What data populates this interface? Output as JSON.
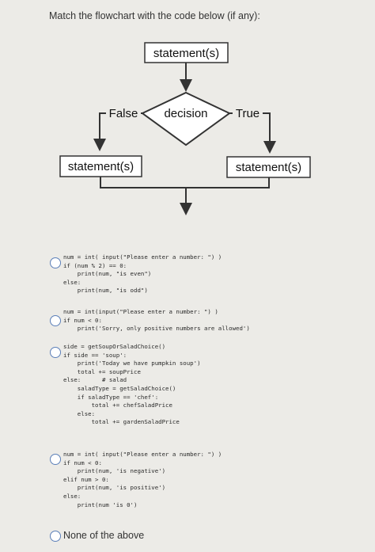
{
  "question": "Match the flowchart with the code below (if any):",
  "flowchart": {
    "top_statement": "statement(s)",
    "decision": "decision",
    "false_label": "False",
    "true_label": "True",
    "left_statement": "statement(s)",
    "right_statement": "statement(s)"
  },
  "options": [
    {
      "code": "num = int( input(\"Please enter a number: \") )\nif (num % 2) == 0:\n    print(num, \"is even\")\nelse:\n    print(num, \"is odd\")"
    },
    {
      "code": "num = int(input(\"Please enter a number: \") )\nif num < 0:\n    print('Sorry, only positive numbers are allowed')"
    },
    {
      "code": "side = getSoupOrSaladChoice()\nif side == 'soup':\n    print('Today we have pumpkin soup')\n    total += soupPrice\nelse:      # salad\n    saladType = getSaladChoice()\n    if saladType == 'chef':\n        total += chefSaladPrice\n    else:\n        total += gardenSaladPrice"
    },
    {
      "code": "num = int( input(\"Please enter a number: \") )\nif num < 0:\n    print(num, 'is negative')\nelif num > 0:\n    print(num, 'is positive')\nelse:\n    print(num 'is 0')"
    }
  ],
  "none_option": "None of the above"
}
